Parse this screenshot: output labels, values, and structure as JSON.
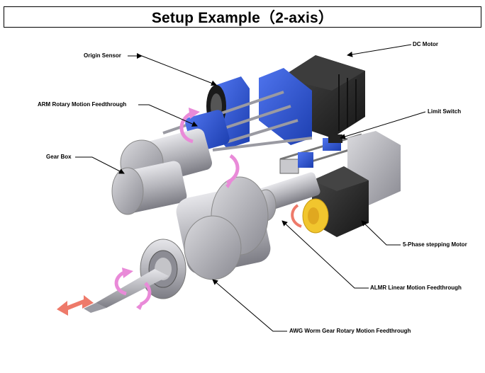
{
  "title": "Setup Example（2-axis）",
  "labels": {
    "dc_motor": "DC Motor",
    "origin_sensor": "Origin Sensor",
    "arm_feedthrough": "ARM Rotary Motion Feedthrough",
    "limit_switch": "Limit Switch",
    "gear_box": "Gear Box",
    "stepping_motor": "5-Phase stepping Motor",
    "almr_feedthrough": "ALMR Linear Motion Feedthrough",
    "awg_feedthrough": "AWG Worm Gear Rotary Motion Feedthrough"
  },
  "colors": {
    "motor_black": "#2b2b2b",
    "mount_blue": "#2f56d8",
    "metal_gray": "#b8b8bc",
    "arrow_pink": "#e98ad8",
    "arrow_red": "#ee7a6a",
    "coupling_yellow": "#f1c62e"
  }
}
